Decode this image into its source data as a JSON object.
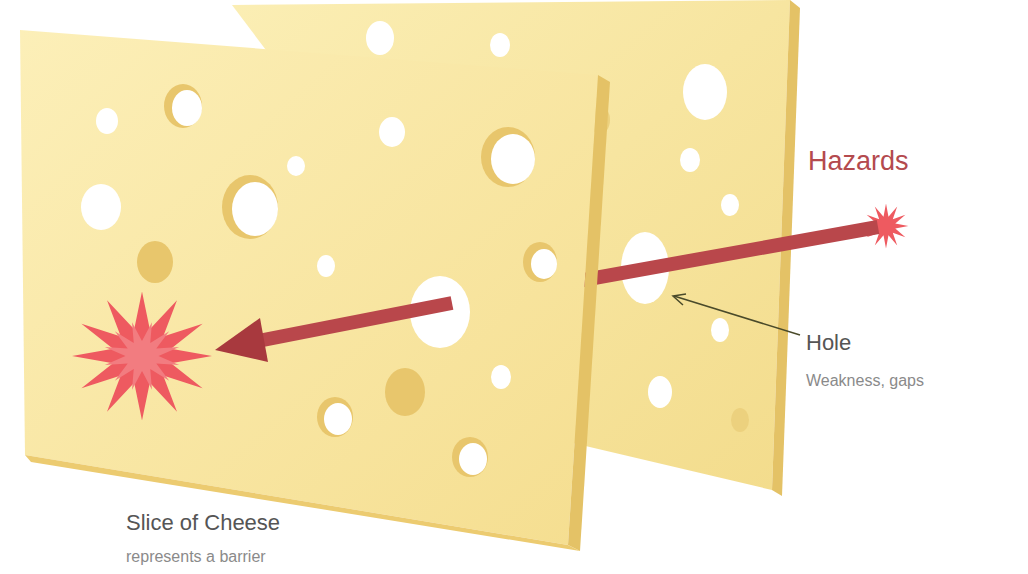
{
  "diagram": {
    "labels": [
      "Hazards",
      "Hole",
      "Weakness, gaps",
      "Slice of Cheese",
      "represents a barrier"
    ]
  }
}
